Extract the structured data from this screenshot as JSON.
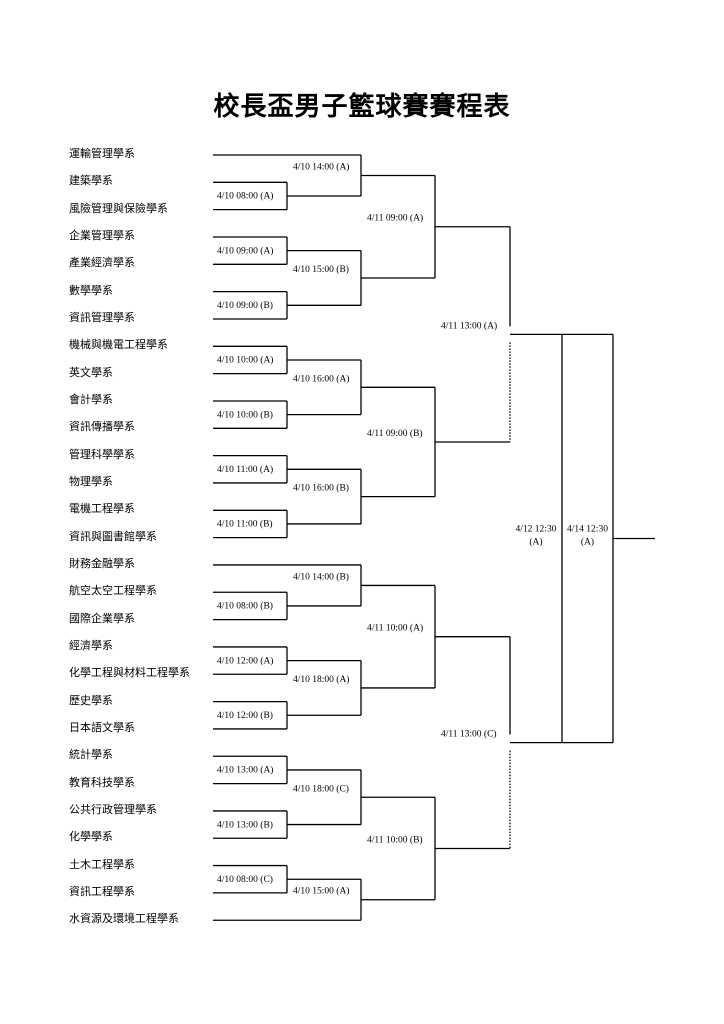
{
  "title": "校長盃男子籃球賽賽程表",
  "teams": [
    "運輸管理學系",
    "建築學系",
    "風險管理與保險學系",
    "企業管理學系",
    "產業經濟學系",
    "數學學系",
    "資訊管理學系",
    "機械與機電工程學系",
    "英文學系",
    "會計學系",
    "資訊傳播學系",
    "管理科學學系",
    "物理學系",
    "電機工程學系",
    "資訊與圖書館學系",
    "財務金融學系",
    "航空太空工程學系",
    "國際企業學系",
    "經濟學系",
    "化學工程與材料工程學系",
    "歷史學系",
    "日本語文學系",
    "統計學系",
    "教育科技學系",
    "公共行政管理學系",
    "化學學系",
    "土木工程學系",
    "資訊工程學系",
    "水資源及環境工程學系"
  ],
  "matches": {
    "round1": [
      "4/10  08:00 (A)",
      "4/10  09:00 (A)",
      "4/10  09:00 (B)",
      "4/10  10:00 (A)",
      "4/10  10:00 (B)",
      "4/10  11:00 (A)",
      "4/10  11:00 (B)",
      "4/10  08:00 (B)",
      "4/10  12:00 (A)",
      "4/10  12:00 (B)",
      "4/10  13:00 (A)",
      "4/10  13:00 (B)",
      "4/10  08:00 (C)"
    ],
    "round2": [
      "4/10  14:00 (A)",
      "4/10  15:00 (B)",
      "4/10  16:00 (A)",
      "4/10  16:00 (B)",
      "4/10  14:00 (B)",
      "4/10  18:00 (A)",
      "4/10  18:00 (C)",
      "4/10  15:00 (A)"
    ],
    "round3": [
      "4/11  09:00 (A)",
      "4/11  09:00 (B)",
      "4/11  10:00 (A)",
      "4/11  10:00 (B)"
    ],
    "semifinal": [
      "4/11  13:00 (A)",
      "4/11  13:00 (C)"
    ],
    "third_place": {
      "date": "4/12 12:30",
      "court": "(A)"
    },
    "final": {
      "date": "4/14 12:30",
      "court": "(A)"
    }
  }
}
